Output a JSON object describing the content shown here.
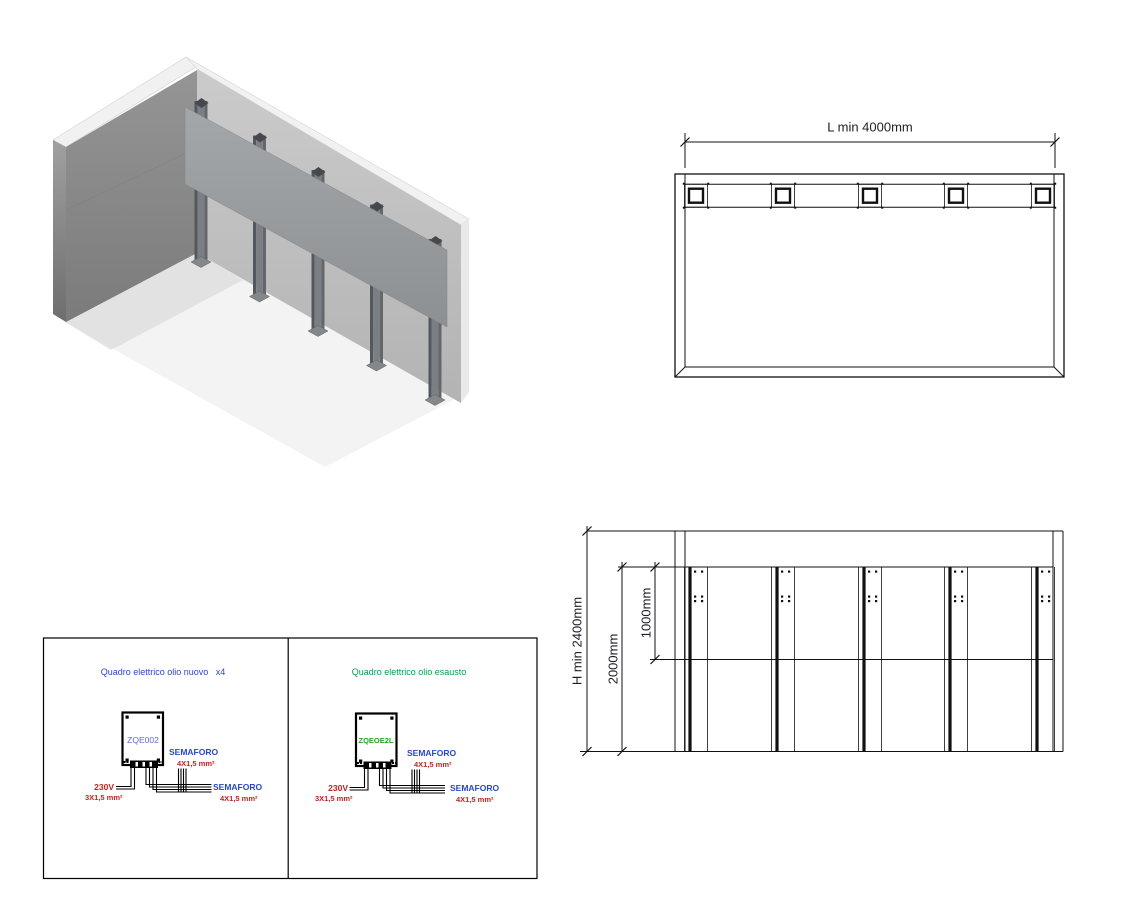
{
  "plan": {
    "dim_length": "L min 4000mm"
  },
  "elevation": {
    "dim_height": "H min 2400mm",
    "dim_rail_height": "2000mm",
    "dim_panel_height": "1000mm"
  },
  "wiring": {
    "new_oil": {
      "title": "Quadro elettrico olio nuovo   x4",
      "box_label": "ZQE002",
      "semaforo_top": "SEMAFORO",
      "semaforo_top_spec": "4X1,5 mm²",
      "power": "230V",
      "power_spec": "3X1,5 mm²",
      "semaforo_side": "SEMAFORO",
      "semaforo_side_spec": "4X1,5 mm²"
    },
    "waste_oil": {
      "title": "Quadro elettrico olio esausto",
      "box_label": "ZQEOE2L",
      "semaforo_top": "SEMAFORO",
      "semaforo_top_spec": "4X1,5 mm²",
      "power": "230V",
      "power_spec": "3X1,5 mm²",
      "semaforo_side": "SEMAFORO",
      "semaforo_side_spec": "4X1,5 mm²"
    }
  },
  "colors": {
    "label_blue": "#2946d2",
    "label_red": "#c32222",
    "title_green": "#00a050",
    "box_label_blue": "#6467d6",
    "box_label_green": "#27a227",
    "dim_text": "#1e1e24",
    "line_black": "#111111",
    "wall_gray": "#8a8a8a",
    "back_wall_gray": "#c2c2c2",
    "panel_gray": "#999c9f",
    "column_gray": "#5c6064"
  }
}
